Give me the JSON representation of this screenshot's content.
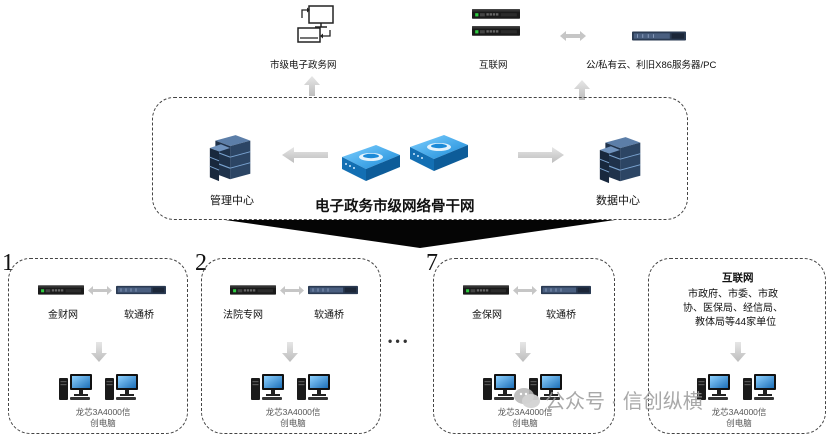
{
  "top": {
    "egov_label": "市级电子政务网",
    "internet_label": "互联网",
    "cloud_label": "公/私有云、利旧X86服务器/PC"
  },
  "backbone": {
    "title": "电子政务市级网络骨干网",
    "mgmt_label": "管理中心",
    "data_label": "数据中心"
  },
  "groups": [
    {
      "number": "1",
      "left_label": "金财网",
      "right_label": "软通桥",
      "pc_label_1": "龙芯3A4000信",
      "pc_label_2": "创电脑"
    },
    {
      "number": "2",
      "left_label": "法院专网",
      "right_label": "软通桥",
      "pc_label_1": "龙芯3A4000信",
      "pc_label_2": "创电脑"
    },
    {
      "number": "7",
      "left_label": "金保网",
      "right_label": "软通桥",
      "pc_label_1": "龙芯3A4000信",
      "pc_label_2": "创电脑"
    }
  ],
  "ellipsis": "• • •",
  "internet_group": {
    "title": "互联网",
    "desc_1": "市政府、市委、市政",
    "desc_2": "协、医保局、经信局、",
    "desc_3": "教体局等44家单位",
    "pc_label_1": "龙芯3A4000信",
    "pc_label_2": "创电脑"
  },
  "watermark": "公众号 · 信创纵横",
  "colors": {
    "arrow": "#c8c8c8",
    "router_blue": "#1f8fd6",
    "server_dark": "#1e2f45",
    "screen_blue": "#2c7fc9"
  }
}
